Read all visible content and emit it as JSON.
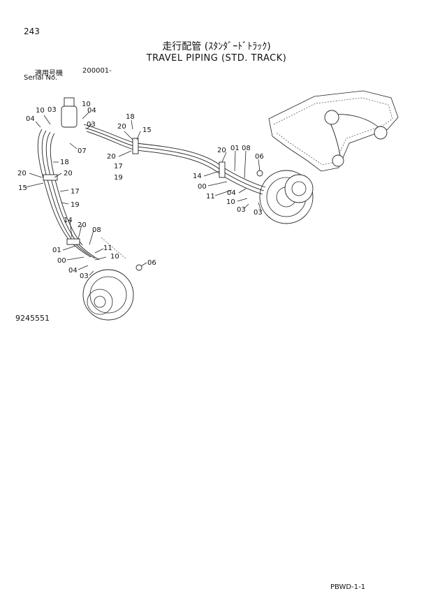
{
  "page": {
    "number": "243",
    "title_ja": "走行配管 (ｽﾀﾝﾀﾞｰﾄﾞﾄﾗｯｸ)",
    "title_en": "TRAVEL PIPING (STD. TRACK)",
    "serial_label_ja": "適用号機",
    "serial_value": "200001-",
    "serial_label_en": "Serial No.",
    "drawing_number": "9245551",
    "footer_code": "PBWD-1-1"
  },
  "callouts": [
    {
      "id": "c1",
      "text": "10"
    },
    {
      "id": "c2",
      "text": "03"
    },
    {
      "id": "c3",
      "text": "04"
    },
    {
      "id": "c4",
      "text": "10"
    },
    {
      "id": "c5",
      "text": "04"
    },
    {
      "id": "c6",
      "text": "03"
    },
    {
      "id": "c7",
      "text": "07"
    },
    {
      "id": "c8",
      "text": "18"
    },
    {
      "id": "c9",
      "text": "20"
    },
    {
      "id": "c10",
      "text": "15"
    },
    {
      "id": "c11",
      "text": "20"
    },
    {
      "id": "c12",
      "text": "17"
    },
    {
      "id": "c13",
      "text": "19"
    },
    {
      "id": "c14",
      "text": "18"
    },
    {
      "id": "c15",
      "text": "20"
    },
    {
      "id": "c16",
      "text": "20"
    },
    {
      "id": "c17",
      "text": "15"
    },
    {
      "id": "c18",
      "text": "17"
    },
    {
      "id": "c19",
      "text": "19"
    },
    {
      "id": "c20",
      "text": "20"
    },
    {
      "id": "c21",
      "text": "01"
    },
    {
      "id": "c22",
      "text": "08"
    },
    {
      "id": "c23",
      "text": "06"
    },
    {
      "id": "c24",
      "text": "14"
    },
    {
      "id": "c25",
      "text": "00"
    },
    {
      "id": "c26",
      "text": "11"
    },
    {
      "id": "c27",
      "text": "04"
    },
    {
      "id": "c28",
      "text": "10"
    },
    {
      "id": "c29",
      "text": "03"
    },
    {
      "id": "c30",
      "text": "03"
    },
    {
      "id": "c31",
      "text": "14"
    },
    {
      "id": "c32",
      "text": "20"
    },
    {
      "id": "c33",
      "text": "08"
    },
    {
      "id": "c34",
      "text": "01"
    },
    {
      "id": "c35",
      "text": "11"
    },
    {
      "id": "c36",
      "text": "00"
    },
    {
      "id": "c37",
      "text": "10"
    },
    {
      "id": "c38",
      "text": "06"
    },
    {
      "id": "c39",
      "text": "04"
    },
    {
      "id": "c40",
      "text": "03"
    }
  ]
}
